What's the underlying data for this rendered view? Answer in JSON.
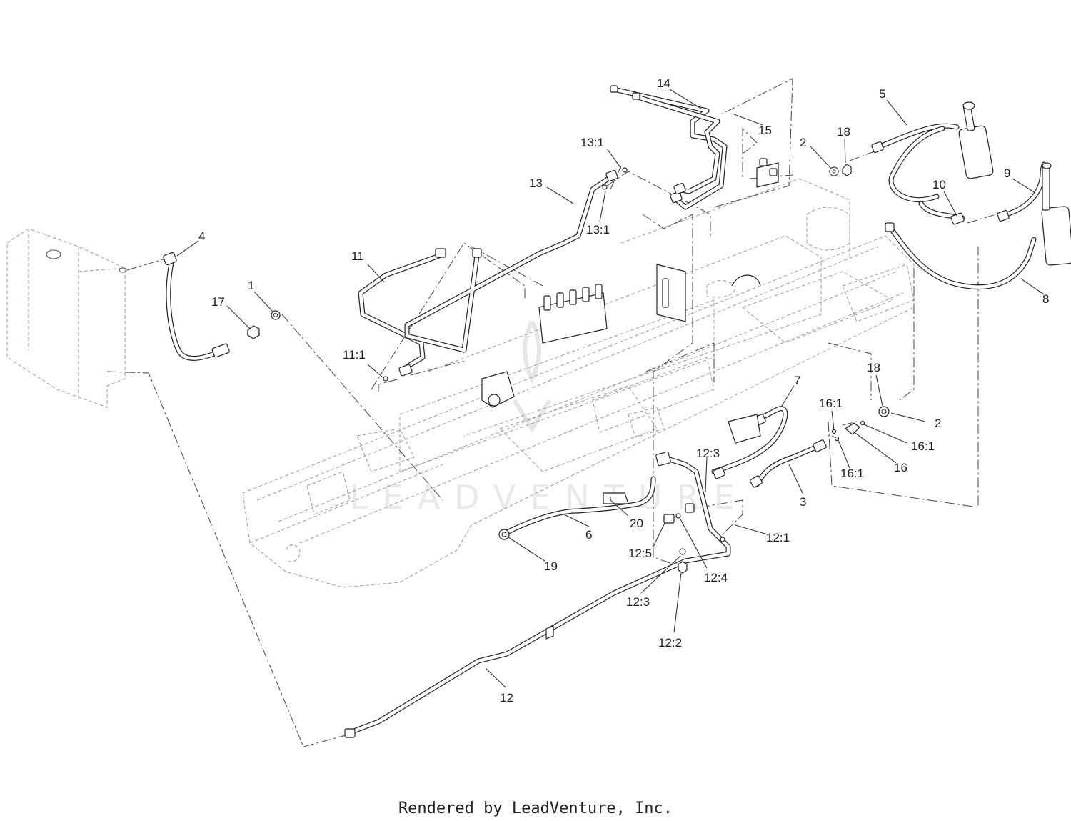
{
  "watermark": "LEADVENTURE",
  "footer": "Rendered by LeadVenture, Inc.",
  "callouts": [
    {
      "id": "c4",
      "text": "4"
    },
    {
      "id": "c17",
      "text": "17"
    },
    {
      "id": "c1",
      "text": "1"
    },
    {
      "id": "c11",
      "text": "11"
    },
    {
      "id": "c11-1",
      "text": "11:1"
    },
    {
      "id": "c13",
      "text": "13"
    },
    {
      "id": "c13-1a",
      "text": "13:1"
    },
    {
      "id": "c13-1b",
      "text": "13:1"
    },
    {
      "id": "c14",
      "text": "14"
    },
    {
      "id": "c15",
      "text": "15"
    },
    {
      "id": "c2a",
      "text": "2"
    },
    {
      "id": "c18a",
      "text": "18"
    },
    {
      "id": "c5",
      "text": "5"
    },
    {
      "id": "c10",
      "text": "10"
    },
    {
      "id": "c9",
      "text": "9"
    },
    {
      "id": "c8",
      "text": "8"
    },
    {
      "id": "c18b",
      "text": "18"
    },
    {
      "id": "c2b",
      "text": "2"
    },
    {
      "id": "c16-1a",
      "text": "16:1"
    },
    {
      "id": "c16-1b",
      "text": "16:1"
    },
    {
      "id": "c16",
      "text": "16"
    },
    {
      "id": "c16-1c",
      "text": "16:1"
    },
    {
      "id": "c7",
      "text": "7"
    },
    {
      "id": "c3",
      "text": "3"
    },
    {
      "id": "c12-3a",
      "text": "12:3"
    },
    {
      "id": "c12-1",
      "text": "12:1"
    },
    {
      "id": "c20",
      "text": "20"
    },
    {
      "id": "c6",
      "text": "6"
    },
    {
      "id": "c19",
      "text": "19"
    },
    {
      "id": "c12-5",
      "text": "12:5"
    },
    {
      "id": "c12-4",
      "text": "12:4"
    },
    {
      "id": "c12-3b",
      "text": "12:3"
    },
    {
      "id": "c12-2",
      "text": "12:2"
    },
    {
      "id": "c12",
      "text": "12"
    }
  ]
}
